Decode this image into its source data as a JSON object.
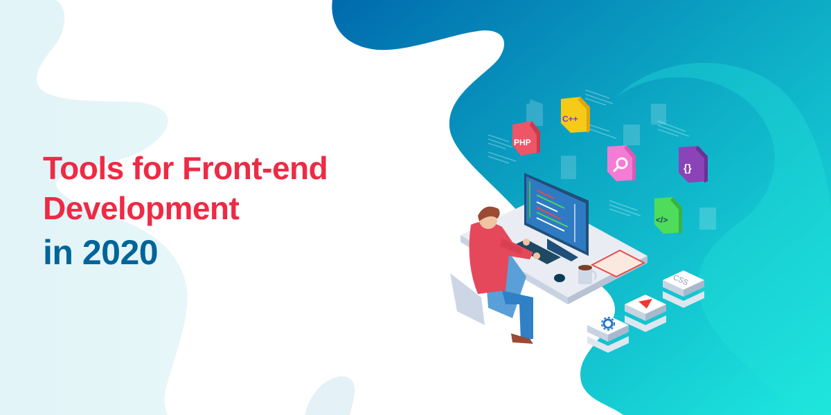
{
  "banner": {
    "headline_line1": "Tools for Front-end",
    "headline_line2": "Development",
    "headline_line3": "in 2020",
    "colors": {
      "headline_red": "#ee2a45",
      "headline_blue": "#00649a",
      "blob_dark": "#0072b0",
      "blob_light": "#17e5dc",
      "pale_blob": "#e3f5f9"
    }
  },
  "illustration": {
    "tiles": [
      {
        "label": "PHP",
        "color": "#ee5566"
      },
      {
        "label": "C++",
        "color": "#f5cb17"
      },
      {
        "label": "{}",
        "color": "#8a44b8"
      },
      {
        "label": "</>",
        "color": "#4fdc5a"
      }
    ],
    "steps": [
      {
        "label": "CSS"
      }
    ],
    "icons": [
      "search-icon",
      "gear-icon",
      "play-icon",
      "coffee-mug-icon",
      "mouse-icon",
      "keyboard-icon",
      "monitor-icon",
      "developer-person"
    ]
  }
}
